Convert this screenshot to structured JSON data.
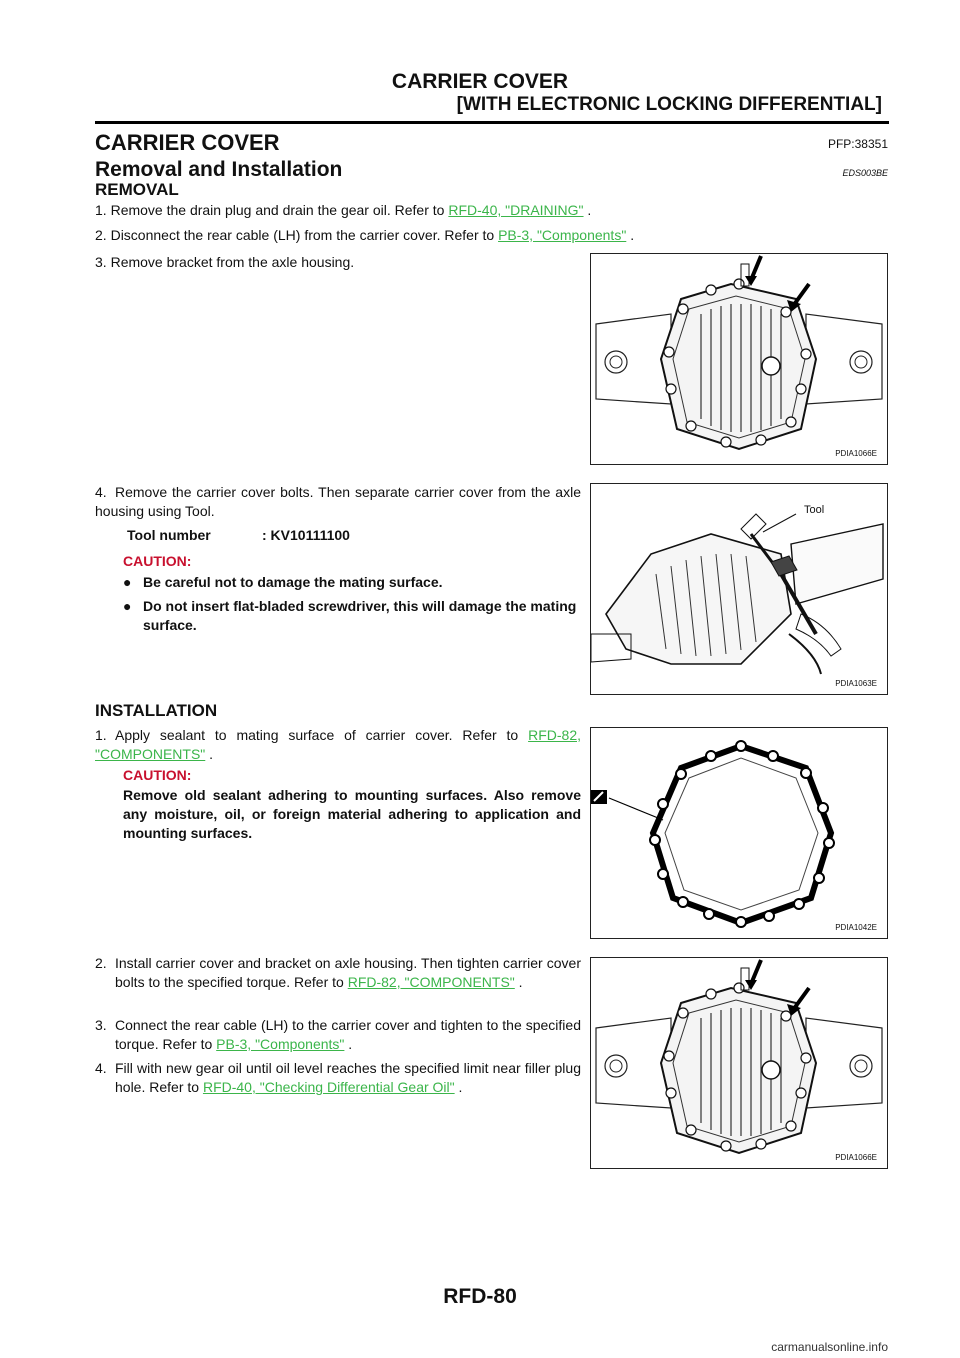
{
  "header": {
    "title": "CARRIER COVER",
    "subtitle": "[WITH ELECTRONIC LOCKING DIFFERENTIAL]"
  },
  "section": {
    "title": "CARRIER COVER",
    "pfp": "PFP:38351",
    "subtitle": "Removal and Installation",
    "code": "EDS003BE"
  },
  "removal": {
    "heading": "REMOVAL",
    "step1": {
      "num": "1.",
      "text": "Remove the drain plug and drain the gear oil. Refer to",
      "link": "RFD-40, \"DRAINING\"",
      "end": "."
    },
    "step2": {
      "num": "2.",
      "text": "Disconnect the rear cable (LH) from the carrier cover. Refer to",
      "link": "PB-3, \"Components\"",
      "end": "."
    },
    "step3": {
      "num": "3.",
      "text": "Remove bracket from the axle housing."
    },
    "step4": {
      "num": "4.",
      "text": "Remove the carrier cover bolts. Then separate carrier cover from the axle housing using Tool."
    },
    "tool_label": "Tool number",
    "tool_value": ": KV10111100",
    "caution_title": "CAUTION:",
    "caution_items": [
      "Be careful not to damage the mating surface.",
      "Do not insert flat-bladed screwdriver, this will damage the mating surface."
    ]
  },
  "installation": {
    "heading": "INSTALLATION",
    "step1": {
      "num": "1.",
      "text": "Apply sealant to mating surface of carrier cover. Refer to",
      "link": "RFD-82, \"COMPONENTS\"",
      "end": "."
    },
    "caution_title": "CAUTION:",
    "caution_text": "Remove old sealant adhering to mounting surfaces. Also remove any moisture, oil, or foreign material adhering to application and mounting surfaces.",
    "step2": {
      "num": "2.",
      "text": "Install carrier cover and bracket on axle housing. Then tighten carrier cover bolts to the specified torque. Refer to",
      "link": "RFD-82, \"COMPONENTS\"",
      "end": "."
    },
    "step3": {
      "num": "3.",
      "text": "Connect the rear cable (LH) to the carrier cover and tighten to the specified torque. Refer to",
      "link": "PB-3, \"Components\"",
      "end": "."
    },
    "step4": {
      "num": "4.",
      "text": "Fill with new gear oil until oil level reaches the specified limit near filler plug hole. Refer to",
      "link": "RFD-40, \"Checking Differential Gear Oil\"",
      "end": "."
    }
  },
  "figures": {
    "fig1": "PDIA1066E",
    "fig2": "PDIA1063E",
    "fig2_label": "Tool",
    "fig3": "PDIA1042E",
    "fig4": "PDIA1066E"
  },
  "footer": {
    "page": "RFD-80",
    "watermark": "carmanualsonline.info"
  },
  "colors": {
    "link": "#3bb54a",
    "caution": "#c8102e"
  }
}
